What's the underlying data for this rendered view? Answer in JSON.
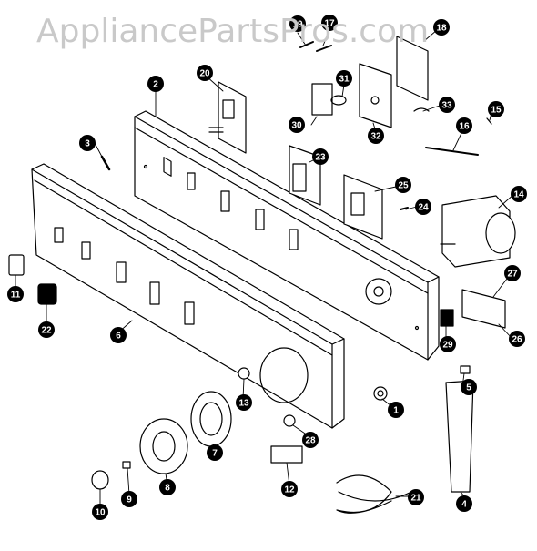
{
  "watermark": "AppliancePartsPros.com",
  "colors": {
    "line": "#000000",
    "callout_fill": "#000000",
    "callout_text": "#ffffff",
    "watermark": "#c9c9c9"
  },
  "callouts": [
    "1",
    "2",
    "3",
    "4",
    "5",
    "6",
    "7",
    "8",
    "9",
    "10",
    "11",
    "12",
    "13",
    "14",
    "15",
    "16",
    "17",
    "18",
    "19",
    "20",
    "21",
    "22",
    "23",
    "24",
    "25",
    "26",
    "27",
    "28",
    "29",
    "30",
    "31",
    "32",
    "33"
  ]
}
